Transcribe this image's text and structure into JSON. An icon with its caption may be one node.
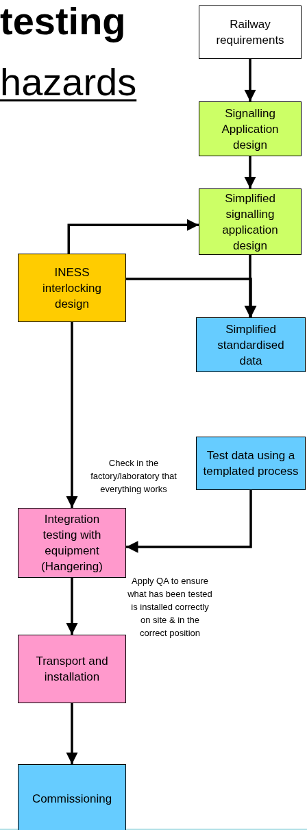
{
  "diagram": {
    "nodes": [
      {
        "text": [
          "Railway requirements"
        ]
      },
      {
        "text": [
          "Signalling Application design"
        ]
      },
      {
        "text": [
          "Simplified signalling application design"
        ]
      },
      {
        "text": [
          "INESS interlocking design"
        ]
      },
      {
        "text": [
          "Simplified standardised data"
        ]
      },
      {
        "text": [
          "Test data using a templated process"
        ]
      },
      {
        "text": [
          "Integration testing with equipment (Hangering)"
        ]
      },
      {
        "text": [
          "Transport and installation"
        ]
      },
      {
        "text": [
          "Commissioning"
        ]
      }
    ],
    "edges": [
      {
        "from": 0,
        "to": 1,
        "arrow": "to"
      },
      {
        "from": 1,
        "to": 2,
        "arrow": "to"
      },
      {
        "from": 3,
        "to": 2,
        "arrow": "to"
      },
      {
        "from": 2,
        "to": 4,
        "arrow": "to"
      },
      {
        "from": 3,
        "to": 4,
        "arrow": "to"
      },
      {
        "from": 3,
        "to": 6,
        "arrow": "to"
      },
      {
        "from": 5,
        "to": 6,
        "arrow": "to"
      },
      {
        "from": 6,
        "to": 7,
        "arrow": "to"
      },
      {
        "from": 7,
        "to": 8,
        "arrow": "to"
      }
    ],
    "labels": [
      "testing",
      "hazards",
      "Check in the factory/laboratory that everything works",
      "Apply QA to ensure what has been tested is installed correctly on site & in the correct position"
    ]
  }
}
